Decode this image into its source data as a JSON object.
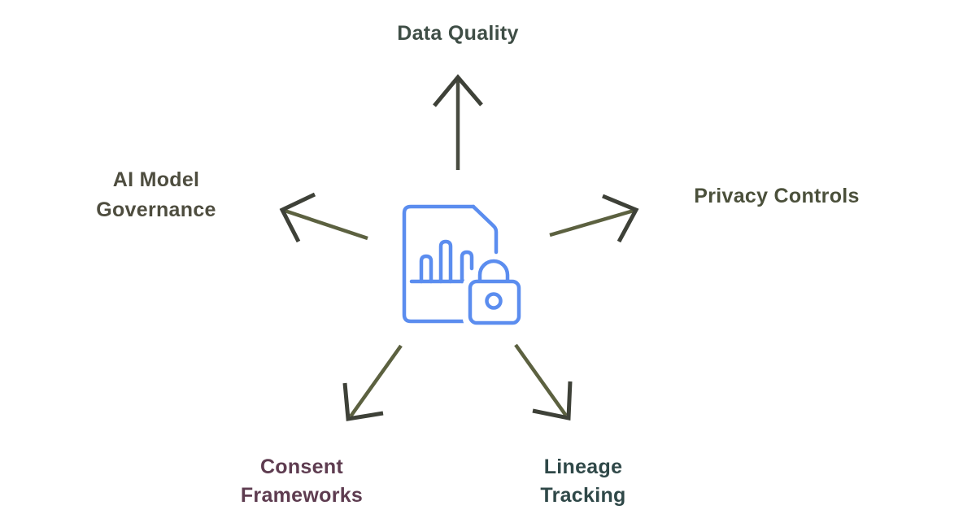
{
  "diagram": {
    "title": "",
    "center_icon": "document-bar-chart-lock-icon",
    "nodes": {
      "data_quality": {
        "line1": "Data Quality",
        "line2": "",
        "position": "top"
      },
      "ai_model_governance": {
        "line1": "AI Model",
        "line2": "Governance",
        "position": "left"
      },
      "privacy_controls": {
        "line1": "Privacy Controls",
        "line2": "",
        "position": "right"
      },
      "consent_frameworks": {
        "line1": "Consent",
        "line2": "Frameworks",
        "position": "bottom-left"
      },
      "lineage_tracking": {
        "line1": "Lineage",
        "line2": "Tracking",
        "position": "bottom-right"
      }
    },
    "arrows": [
      {
        "from": "center",
        "to": "data_quality"
      },
      {
        "from": "center",
        "to": "ai_model_governance"
      },
      {
        "from": "center",
        "to": "privacy_controls"
      },
      {
        "from": "center",
        "to": "consent_frameworks"
      },
      {
        "from": "center",
        "to": "lineage_tracking"
      }
    ]
  },
  "colors": {
    "background": "#ffffff",
    "icon_blue": "#5b8def",
    "icon_fill": "#ffffff",
    "arrow_head": "#3e4138",
    "arrow_shaft_diagonal": "#5c6140",
    "arrow_shaft_vertical": "#484b40",
    "label_data_quality": "#3f4e46",
    "label_ai_model_governance": "#4e4d3f",
    "label_privacy_controls": "#4b503b",
    "label_consent_frameworks": "#5e3c50",
    "label_lineage_tracking": "#2f4848"
  }
}
